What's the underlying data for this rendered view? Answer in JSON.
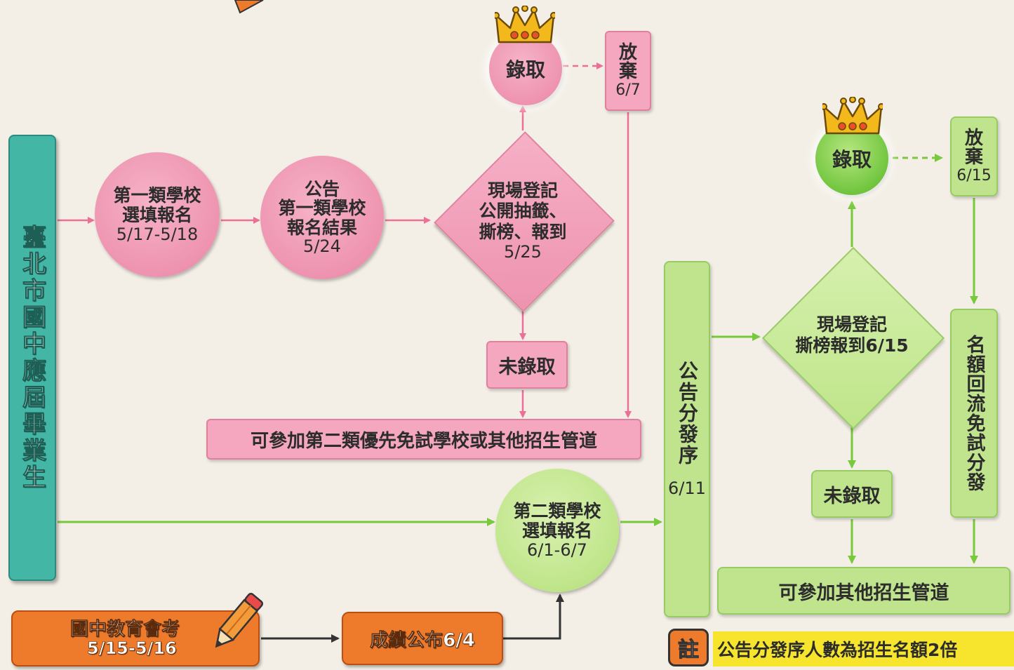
{
  "colors": {
    "background": "#f3efe6",
    "pink": "#ee93b0",
    "green": "#bfe58a",
    "teal": "#43b6a6",
    "orange": "#ee7a2c",
    "pink_arrow": "#ec6f95",
    "green_arrow": "#78c93c",
    "dark_arrow": "#333333",
    "note_yellow": "#f6e52c"
  },
  "left_bar": {
    "label": "臺北市國中應屆畢業生"
  },
  "pink_flow": {
    "register": {
      "line1": "第一類學校",
      "line2": "選填報名",
      "line3": "5/17-5/18"
    },
    "announce": {
      "line1": "公告",
      "line2": "第一類學校",
      "line3": "報名結果",
      "line4": "5/24"
    },
    "onsite": {
      "line1": "現場登記",
      "line2": "公開抽籤、",
      "line3": "撕榜、報到",
      "line4": "5/25"
    },
    "admitted": {
      "label": "錄取",
      "icon": "crown-icon"
    },
    "giveup": {
      "line1": "放",
      "line2": "棄",
      "line3": "6/7"
    },
    "not_admitted": {
      "label": "未錄取"
    },
    "other_channels": {
      "label": "可參加第二類優先免試學校或其他招生管道"
    }
  },
  "green_flow": {
    "register": {
      "line1": "第二類學校",
      "line2": "選填報名",
      "line3": "6/1-6/7"
    },
    "announce_order": {
      "label": "公告分發序",
      "date": "6/11"
    },
    "onsite": {
      "line1": "現場登記",
      "line2": "撕榜報到6/15"
    },
    "admitted": {
      "label": "錄取",
      "icon": "crown-icon"
    },
    "giveup": {
      "line1": "放",
      "line2": "棄",
      "line3": "6/15"
    },
    "quota_return": {
      "label": "名額回流免試分發"
    },
    "not_admitted": {
      "label": "未錄取"
    },
    "other_channels": {
      "label": "可參加其他招生管道"
    }
  },
  "exam": {
    "test": {
      "line1": "國中教育會考",
      "line2": "5/15-5/16",
      "icon": "pencil-icon"
    },
    "scores": {
      "label": "成績公布6/4"
    }
  },
  "note": {
    "badge": "註",
    "text": "公告分發序人數為招生名額2倍"
  }
}
